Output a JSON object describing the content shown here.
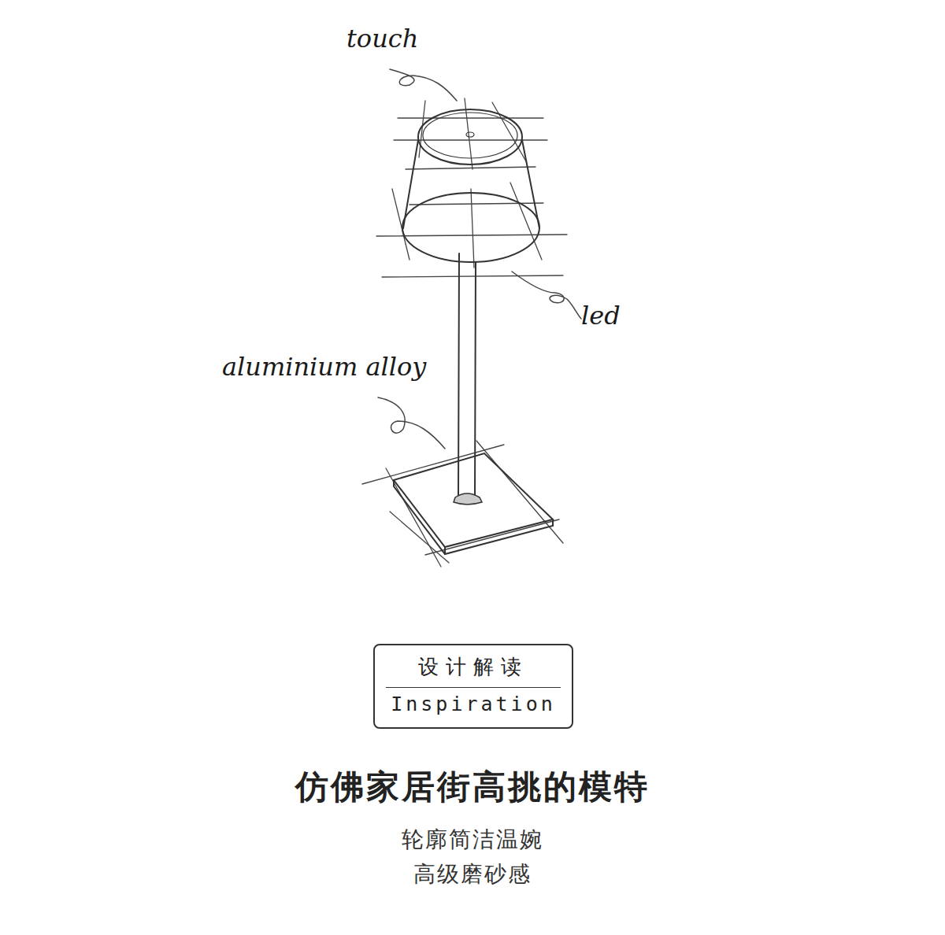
{
  "diagram": {
    "title": "仿佛家居街高挑的模特",
    "nodes": [
      {
        "text": [
          "设计解读",
          "Inspiration"
        ]
      }
    ],
    "edges": [],
    "labels": [
      "touch",
      "led",
      "aluminium alloy",
      "轮廓简洁温婉",
      "高级磨砂感"
    ]
  }
}
